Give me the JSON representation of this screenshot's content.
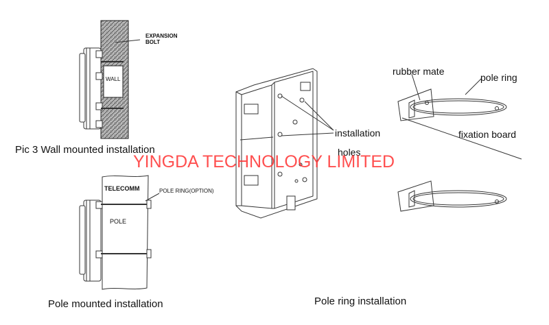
{
  "labels": {
    "expansion_bolt": "EXPANSION BOLT",
    "wall": "WALL",
    "telecomm": "TELECOMM",
    "pole_ring_option": "POLE RING(OPTION)",
    "pole": "POLE",
    "installation": "installation",
    "holes": "holes",
    "rubber_mate": "rubber mate",
    "pole_ring": "pole ring",
    "fixation_board": "fixation board"
  },
  "captions": {
    "wall_mounted": "Pic 3 Wall mounted installation",
    "pole_mounted": "Pole mounted installation",
    "pole_ring_installation": "Pole ring installation"
  },
  "watermark": "YINGDA TECHNOLOGY LIMITED",
  "colors": {
    "line": "#333333",
    "watermark": "#ff3131",
    "wall_hatch": "#555555"
  }
}
